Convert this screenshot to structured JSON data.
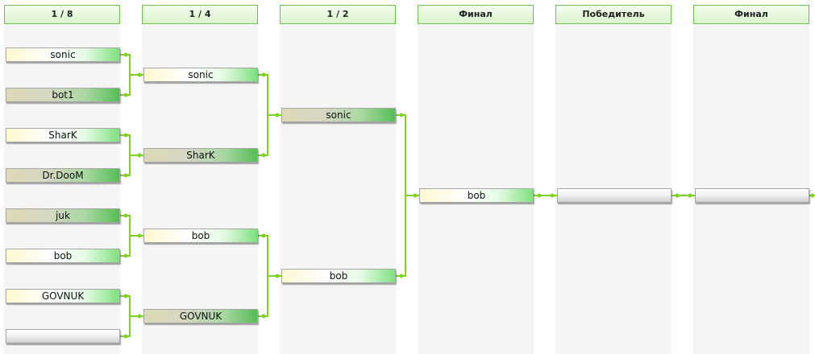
{
  "rounds": [
    {
      "label": "1 / 8",
      "slots": [
        {
          "name": "sonic",
          "style": "light"
        },
        {
          "name": "bot1",
          "style": "dark"
        },
        {
          "name": "SharK",
          "style": "light"
        },
        {
          "name": "Dr.DooM",
          "style": "dark"
        },
        {
          "name": "juk",
          "style": "dark"
        },
        {
          "name": "bob",
          "style": "light"
        },
        {
          "name": "GOVNUK",
          "style": "light"
        },
        {
          "name": "",
          "style": "empty"
        }
      ]
    },
    {
      "label": "1 / 4",
      "slots": [
        {
          "name": "sonic",
          "style": "light"
        },
        {
          "name": "SharK",
          "style": "dark"
        },
        {
          "name": "bob",
          "style": "light"
        },
        {
          "name": "GOVNUK",
          "style": "dark"
        }
      ]
    },
    {
      "label": "1 / 2",
      "slots": [
        {
          "name": "sonic",
          "style": "dark"
        },
        {
          "name": "bob",
          "style": "light"
        }
      ]
    },
    {
      "label": "Финал",
      "slots": [
        {
          "name": "bob",
          "style": "light"
        }
      ]
    },
    {
      "label": "Победитель",
      "slots": [
        {
          "name": "",
          "style": "empty"
        }
      ]
    },
    {
      "label": "Финал",
      "slots": [
        {
          "name": "",
          "style": "empty"
        }
      ]
    }
  ],
  "colors": {
    "connector": "#7ed321",
    "header_border": "#6cc24a"
  }
}
